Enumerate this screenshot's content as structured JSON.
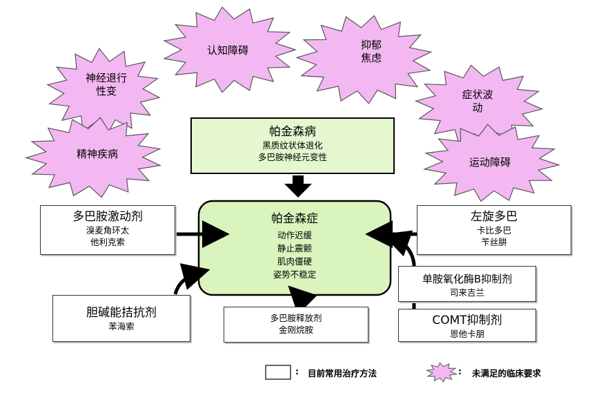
{
  "unmet_needs": [
    {
      "name": "star-neurodegeneration",
      "lines": [
        "神经退行",
        "性变"
      ]
    },
    {
      "name": "star-cognitive-impairment",
      "lines": [
        "认知障碍"
      ]
    },
    {
      "name": "star-depression-anxiety",
      "lines": [
        "抑郁",
        "焦虑"
      ]
    },
    {
      "name": "star-symptom-fluctuation",
      "lines": [
        "症状波",
        "动"
      ]
    },
    {
      "name": "star-psychiatric-disorder",
      "lines": [
        "精神疾病"
      ]
    },
    {
      "name": "star-motor-disorder",
      "lines": [
        "运动障碍"
      ]
    }
  ],
  "disease": {
    "title": "帕金森病",
    "lines": [
      "黑质纹状体退化",
      "多巴胺神经元变性"
    ]
  },
  "syndrome": {
    "title": "帕金森症",
    "lines": [
      "动作迟缓",
      "静止震颤",
      "肌肉僵硬",
      "姿势不稳定"
    ]
  },
  "treatments": {
    "dopamine_agonists": {
      "title": "多巴胺激动剂",
      "lines": [
        "溴麦角环太",
        "他利克索"
      ]
    },
    "anticholinergics": {
      "title": "胆碱能拮抗剂",
      "lines": [
        "苯海索"
      ]
    },
    "dopamine_releasers": {
      "title": "",
      "lines": [
        "多巴胺释放剂",
        "金刚烷胺"
      ]
    },
    "levodopa": {
      "title": "左旋多巴",
      "lines": [
        "卡比多巴",
        "苄丝肼"
      ]
    },
    "mao_b_inhibitors": {
      "title": "单胺氧化酶B抑制剂",
      "lines": [
        "司来吉兰"
      ]
    },
    "comt_inhibitors": {
      "title": "COMT抑制剂",
      "lines": [
        "恩他卡朋"
      ]
    }
  },
  "legend": {
    "box_label": "目前常用治疗方法",
    "star_label": "未满足的临床要求",
    "colon": ":"
  },
  "colors": {
    "star_fill": "#f3b8f2",
    "disease_fill": "#e4f7cf",
    "syndrome_fill": "#d9f5bd",
    "arrow": "#000000"
  }
}
